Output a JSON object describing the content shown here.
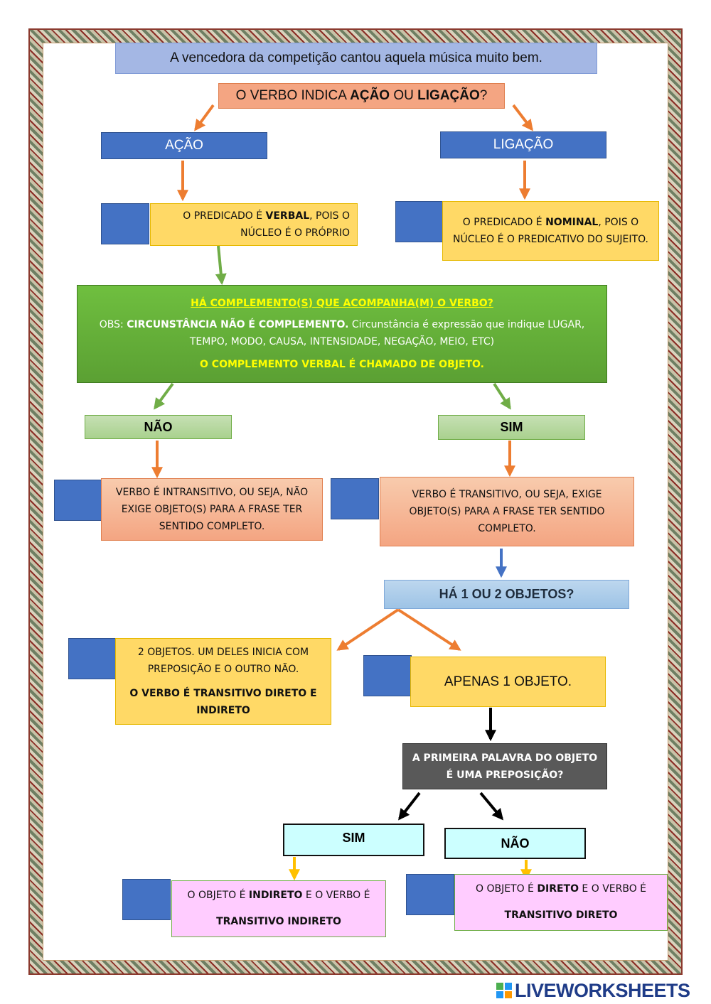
{
  "sentence": "A vencedora da competição cantou aquela música muito bem.",
  "q1": {
    "pre": "O VERBO INDICA ",
    "b1": "AÇÃO",
    "mid": " OU ",
    "b2": "LIGAÇÃO",
    "post": "?"
  },
  "acao": "AÇÃO",
  "ligacao": "LIGAÇÃO",
  "pred_verbal": {
    "pre": "O PREDICADO É ",
    "b": "VERBAL",
    "post": ", POIS O NÚCLEO É O PRÓPRIO"
  },
  "pred_nominal": {
    "pre": "O PREDICADO É ",
    "b": "NOMINAL",
    "post": ", POIS O NÚCLEO É O PREDICATIVO DO SUJEITO."
  },
  "complemento": {
    "question": "HÁ COMPLEMENTO(S) QUE ACOMPANHA(M) O VERBO?",
    "obs_pre": "OBS: ",
    "obs_b": "CIRCUNSTÂNCIA NÃO É COMPLEMENTO.",
    "obs_post": "  Circunstância é expressão que indique LUGAR, TEMPO, MODO, CAUSA, INTENSIDADE, NEGAÇÃO, MEIO, ETC)",
    "note": "O COMPLEMENTO VERBAL É CHAMADO DE OBJETO."
  },
  "nao1": "NÃO",
  "sim1": "SIM",
  "intransitivo": "VERBO É INTRANSITIVO, OU SEJA, NÃO EXIGE OBJETO(S) PARA A FRASE TER SENTIDO COMPLETO.",
  "transitivo": "VERBO É TRANSITIVO, OU SEJA, EXIGE OBJETO(S) PARA A FRASE TER SENTIDO COMPLETO.",
  "q_objetos": "HÁ 1 OU 2 OBJETOS?",
  "dois_obj": {
    "line": "2 OBJETOS. UM DELES INICIA COM PREPOSIÇÃO E O OUTRO NÃO.",
    "b": "O VERBO É TRANSITIVO DIRETO E INDIRETO"
  },
  "um_obj": "APENAS 1 OBJETO.",
  "q_prep": "A PRIMEIRA PALAVRA DO OBJETO É UMA PREPOSIÇÃO?",
  "sim2": "SIM",
  "nao2": "NÃO",
  "indireto": {
    "p1": "O OBJETO É ",
    "b1": "INDIRETO",
    "p2": " E O VERBO É ",
    "b2": "TRANSITIVO INDIRETO"
  },
  "direto": {
    "p1": "O OBJETO É ",
    "b1": "DIRETO",
    "p2": " E O VERBO É ",
    "b2": "TRANSITIVO DIRETO"
  },
  "brand": "LIVEWORKSHEETS",
  "colors": {
    "blue": "#4472c4",
    "orange": "#ed7d31",
    "green": "#70ad47",
    "yellow": "#ffd966",
    "salmon": "#f4a582",
    "lightgreen": "#a9d18e",
    "gray": "#595959",
    "cyan": "#ccffff",
    "pink": "#ffccff",
    "gold": "#ffc000"
  }
}
